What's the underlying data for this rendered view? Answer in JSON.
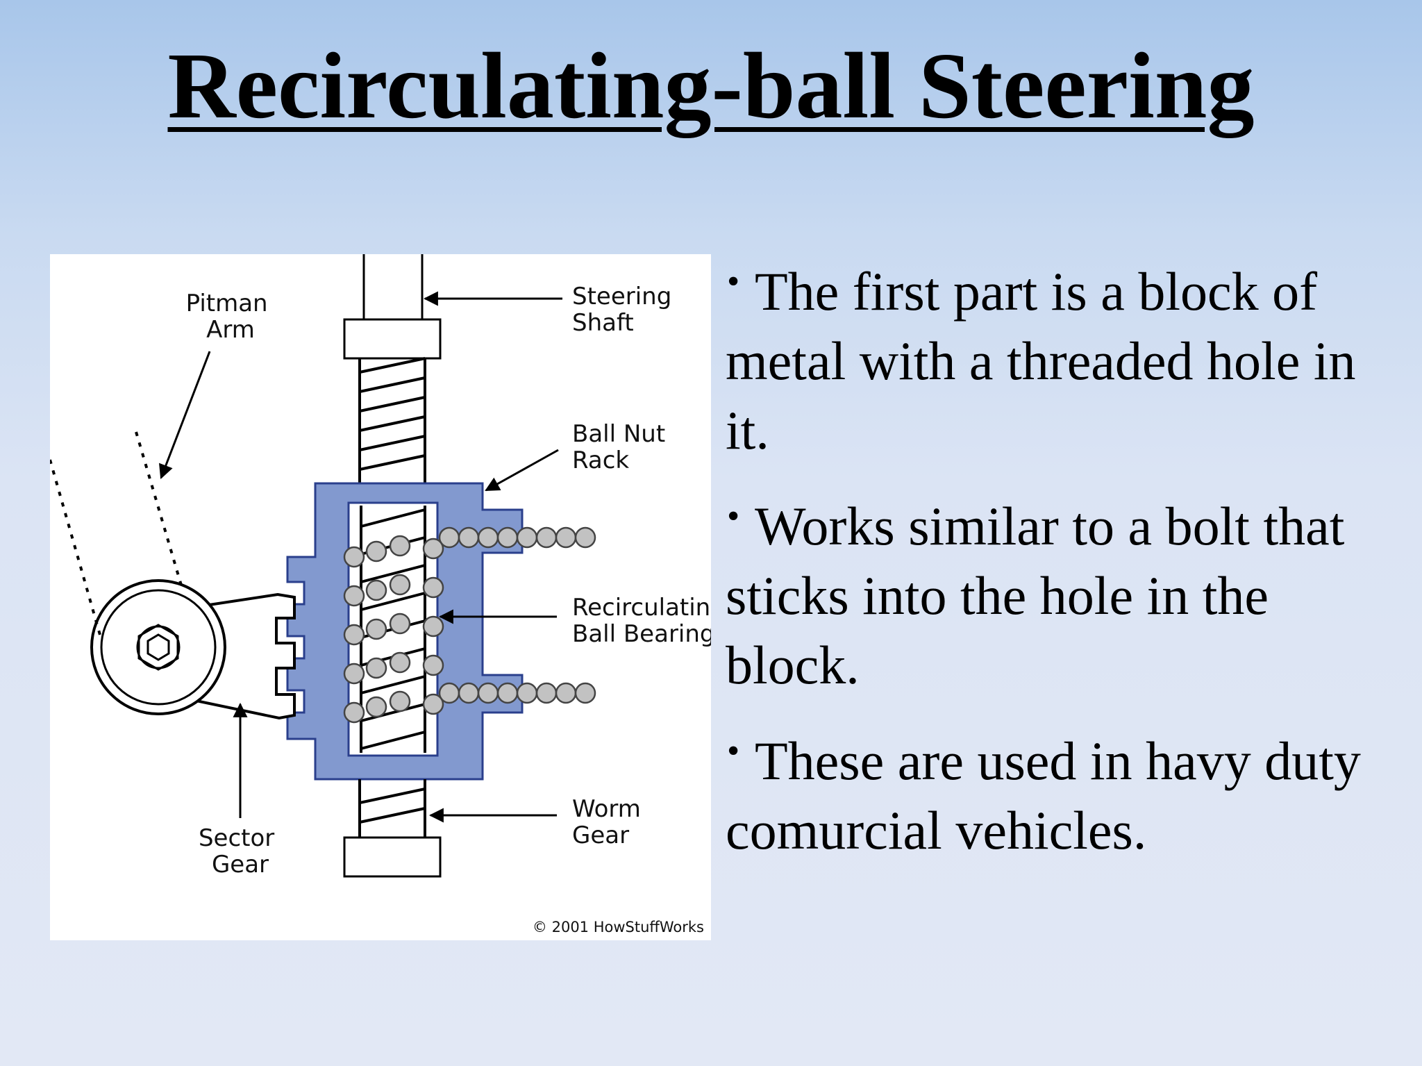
{
  "slide": {
    "title": "Recirculating-ball Steering",
    "bullets": [
      "The first part is a block of metal with a threaded hole in it.",
      "Works similar to a bolt that sticks into the hole in the block.",
      "These are used in havy duty comurcial vehicles."
    ]
  },
  "diagram": {
    "labels": {
      "pitman_arm": [
        "Pitman",
        "Arm"
      ],
      "steering_shaft": [
        "Steering",
        "Shaft"
      ],
      "ball_nut_rack": [
        "Ball Nut",
        "Rack"
      ],
      "ball_bearings": [
        "Recirculating",
        "Ball Bearings"
      ],
      "worm_gear": [
        "Worm",
        "Gear"
      ],
      "sector_gear": [
        "Sector",
        "Gear"
      ]
    },
    "copyright": "© 2001 HowStuffWorks"
  },
  "colors": {
    "ball_nut_fill": "#8299cf",
    "ball_nut_stroke": "#2a3f8c",
    "ball_fill": "#c2c2c2"
  }
}
